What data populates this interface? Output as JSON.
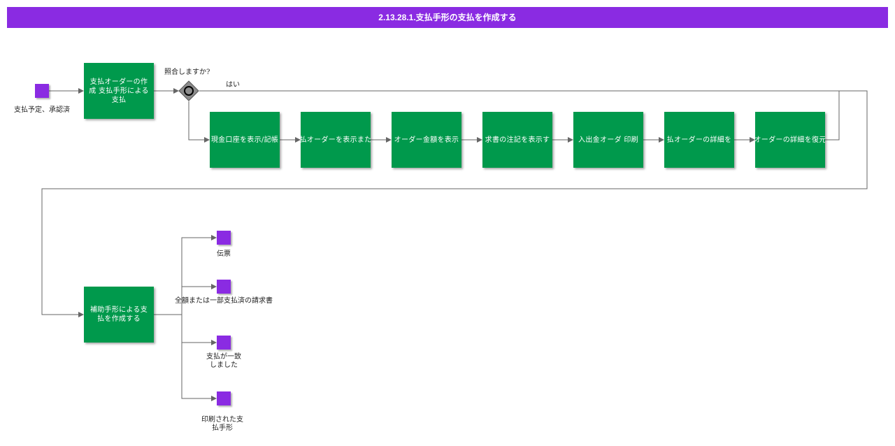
{
  "diagram": {
    "title": "2.13.28.1.支払手形の支払を作成する",
    "start_event": "支払予定、承認済",
    "first_task": "支払オーダーの作成 支払手形による支払",
    "gateway_label": "照合しますか?",
    "yes_label": "はい",
    "tasks": [
      "現金口座を表示/記帳",
      "払オーダーを表示また",
      "オーダー金額を表示",
      "求書の注記を表示す",
      "入出金オーダ 印刷",
      "払オーダーの詳細を",
      "オーダーの詳細を復元"
    ],
    "final_task": "補助手形による支払を作成する",
    "end_events": [
      "伝票",
      "全額または一部支払済の請求書",
      "支払が一致\nしました",
      "印刷された支\n払手形"
    ]
  },
  "colors": {
    "header": "#8a2be2",
    "task": "#00994c",
    "event": "#8a2be2",
    "line": "#666666"
  }
}
